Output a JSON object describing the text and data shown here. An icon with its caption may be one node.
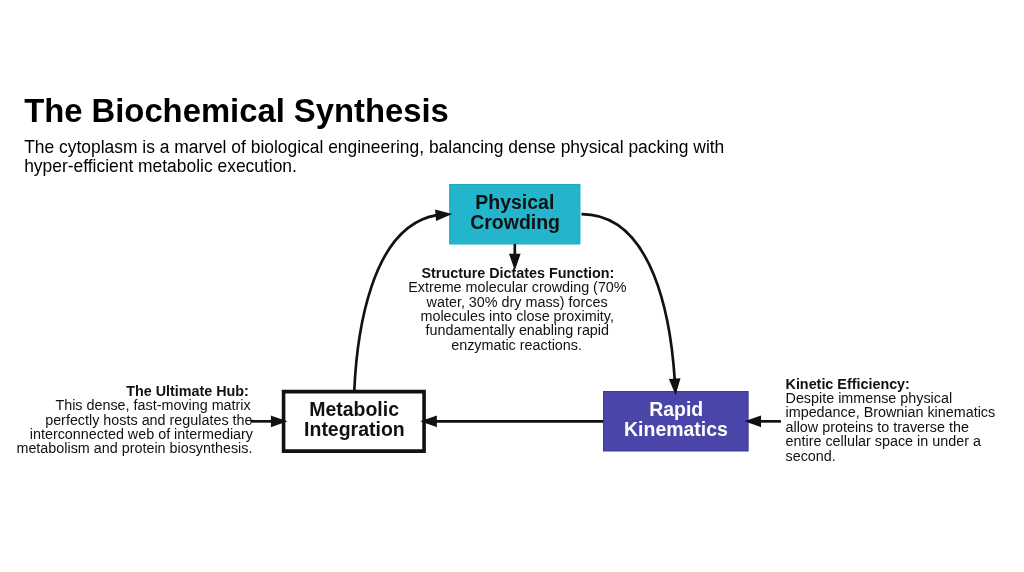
{
  "diagram": {
    "title": "The Biochemical Synthesis",
    "caption": "The cytoplasm is a marvel of biological engineering, balancing dense physical packing with hyper-efficient metabolic execution.",
    "nodes": [
      {
        "text": [
          "Physical Crowding"
        ]
      },
      {
        "text": [
          "Structure Dictates Function:",
          "Extreme molecular crowding (70% water, 30% dry mass) forces molecules into close proximity, fundamentally enabling rapid enzymatic reactions."
        ]
      },
      {
        "text": [
          "The Ultimate Hub:",
          "This dense, fast-moving matrix perfectly hosts and regulates the interconnected web of intermediary metabolism and protein biosynthesis."
        ]
      },
      {
        "text": [
          "Metabolic Integration"
        ]
      },
      {
        "text": [
          "Rapid Kinematics"
        ]
      },
      {
        "text": [
          "Kinetic Efficiency:",
          "Despite immense physical impedance, Brownian kinematics allow proteins to traverse the entire cellular space in under a second."
        ]
      }
    ],
    "edges": [
      {
        "from": 0,
        "to": 1,
        "arrow": "to"
      },
      {
        "from": 0,
        "to": 4,
        "arrow": "to"
      },
      {
        "from": 4,
        "to": 3,
        "arrow": "to"
      },
      {
        "from": 3,
        "to": 0,
        "arrow": "to"
      },
      {
        "from": 2,
        "to": 3,
        "arrow": "to"
      },
      {
        "from": 5,
        "to": 4,
        "arrow": "to"
      }
    ]
  }
}
